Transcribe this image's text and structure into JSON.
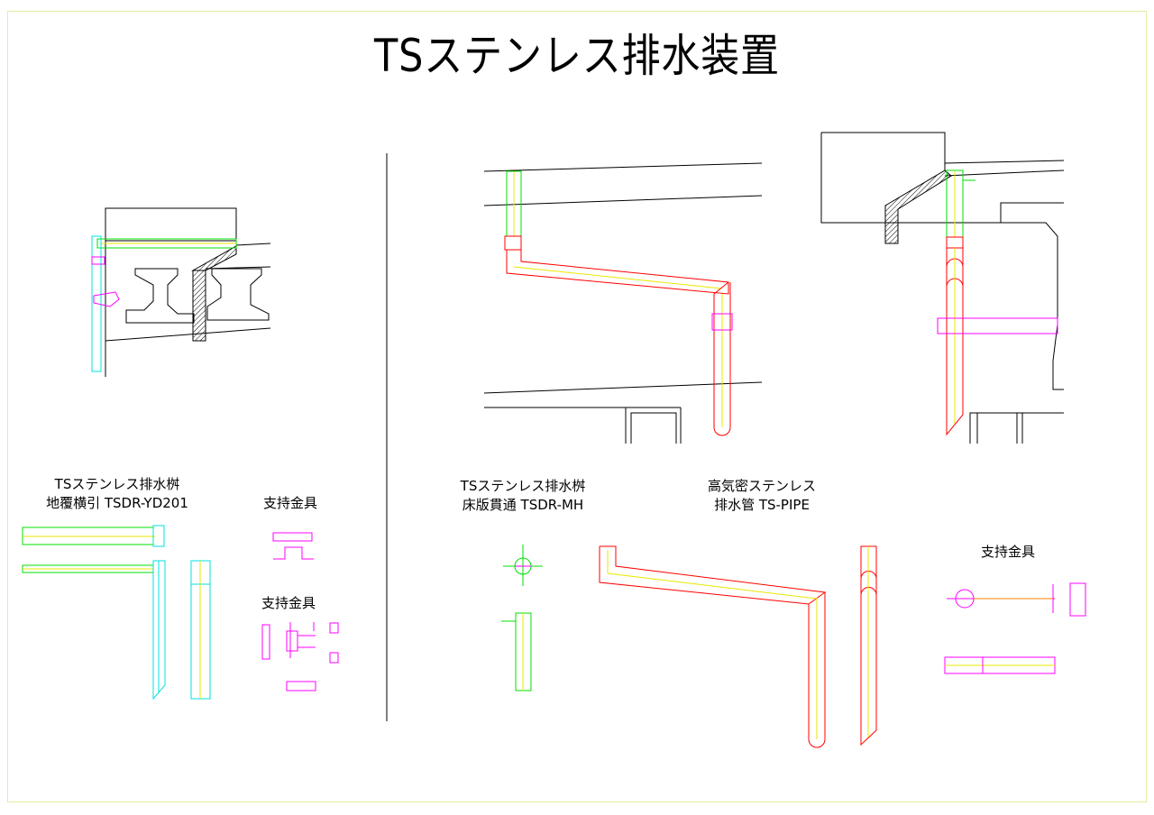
{
  "title": "TSステンレス排水装置",
  "labels": {
    "yd201_line1": "TSステンレス排水桝",
    "yd201_line2": "地覆横引 TSDR-YD201",
    "support1": "支持金具",
    "support2": "支持金具",
    "mh_line1": "TSステンレス排水桝",
    "mh_line2": "床版貫通 TSDR-MH",
    "pipe_line1": "高気密ステンレス",
    "pipe_line2": "排水管 TS-PIPE",
    "support3": "支持金具"
  },
  "colors": {
    "green": "#00e000",
    "cyan": "#00e0e0",
    "red": "#ff0000",
    "yellow": "#e8e800",
    "magenta": "#ff00ff",
    "black": "#000000"
  }
}
